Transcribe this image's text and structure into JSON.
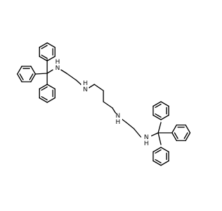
{
  "molecule": {
    "atoms": [
      {
        "label": "N",
        "h": "H"
      },
      {
        "label": "N",
        "h": "H"
      },
      {
        "label": "N",
        "h": "H"
      },
      {
        "label": "N",
        "h": "H"
      }
    ]
  }
}
